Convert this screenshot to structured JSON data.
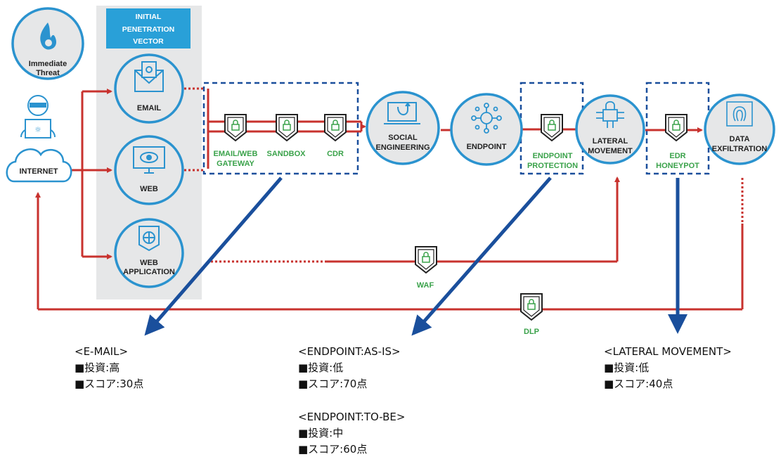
{
  "header": {
    "vector_title_lines": [
      "INITIAL",
      "PENETRATION",
      "VECTOR"
    ]
  },
  "threat": {
    "lines": [
      "Immediate",
      "Threat"
    ]
  },
  "internet": {
    "label": "INTERNET"
  },
  "vectors": [
    {
      "lines": [
        "EMAIL"
      ]
    },
    {
      "lines": [
        "WEB"
      ]
    },
    {
      "lines": [
        "WEB",
        "APPLICATION"
      ]
    }
  ],
  "stages": [
    {
      "lines": [
        "SOCIAL",
        "ENGINEERING"
      ]
    },
    {
      "lines": [
        "ENDPOINT"
      ]
    },
    {
      "lines": [
        "LATERAL",
        "MOVEMENT"
      ]
    },
    {
      "lines": [
        "DATA",
        "EXFILTRATION"
      ]
    }
  ],
  "controls": [
    {
      "lines": [
        "EMAIL/WEB",
        "GATEWAY"
      ]
    },
    {
      "lines": [
        "SANDBOX"
      ]
    },
    {
      "lines": [
        "CDR"
      ]
    },
    {
      "lines": [
        "ENDPOINT",
        "PROTECTION"
      ]
    },
    {
      "lines": [
        "EDR",
        "HONEYPOT"
      ]
    },
    {
      "lines": [
        "WAF"
      ]
    },
    {
      "lines": [
        "DLP"
      ]
    }
  ],
  "notes": {
    "email": {
      "title": "<E-MAIL>",
      "invest": "■投資:高",
      "score": "■スコア:30点"
    },
    "endpoint_asis": {
      "title": "<ENDPOINT:AS-IS>",
      "invest": "■投資:低",
      "score": "■スコア:70点"
    },
    "endpoint_tobe": {
      "title": "<ENDPOINT:TO-BE>",
      "invest": "■投資:中",
      "score": "■スコア:60点"
    },
    "lateral": {
      "title": "<LATERAL MOVEMENT>",
      "invest": "■投資:低",
      "score": "■スコア:40点"
    }
  },
  "colors": {
    "red": "#c8322e",
    "blue": "#1a4f9c",
    "circle": "#2b93cf",
    "circle_fill": "#e6e7e8",
    "green": "#3aa24a",
    "panel": "#e6e7e8",
    "header_bg": "#29a0d8"
  }
}
